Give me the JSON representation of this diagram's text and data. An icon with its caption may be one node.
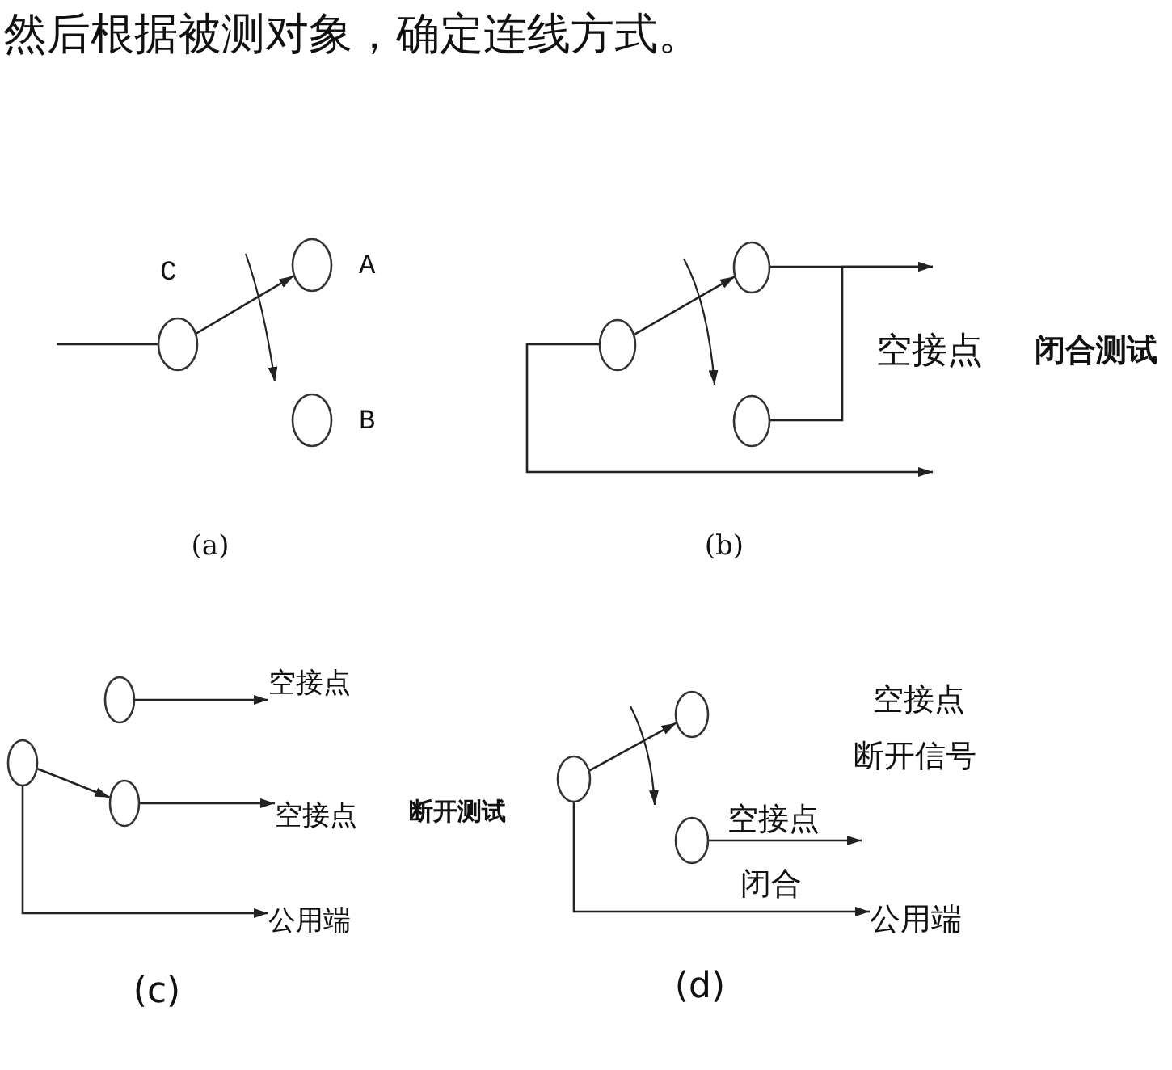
{
  "diagram": {
    "title": "然后根据被测对象，确定连线方式。",
    "nodes": [
      {
        "text": [],
        "shape": "circle",
        "beside": [
          "C"
        ]
      },
      {
        "text": [],
        "shape": "circle",
        "beside": [
          "A"
        ]
      },
      {
        "text": [],
        "shape": "circle",
        "beside": [
          "B"
        ]
      },
      {
        "text": [],
        "shape": "circle"
      },
      {
        "text": [],
        "shape": "circle"
      },
      {
        "text": [],
        "shape": "circle"
      },
      {
        "text": [],
        "shape": "circle"
      },
      {
        "text": [
          "空接点"
        ]
      },
      {
        "text": [],
        "shape": "circle"
      },
      {
        "text": [],
        "shape": "circle"
      },
      {
        "text": [
          "空接点"
        ]
      },
      {
        "text": [
          "公用端"
        ]
      },
      {
        "text": [],
        "shape": "circle"
      },
      {
        "text": [],
        "shape": "circle"
      },
      {
        "text": [
          "空接点",
          "断开信号"
        ]
      },
      {
        "text": [],
        "shape": "circle"
      },
      {
        "text": [
          "公用端"
        ]
      }
    ],
    "edges": [
      {
        "from": null,
        "to": 0,
        "arrow": "none"
      },
      {
        "from": 0,
        "to": 1,
        "arrow": "to"
      },
      {
        "from": 3,
        "to": 4,
        "arrow": "to"
      },
      {
        "from": 4,
        "to": null,
        "arrow": "to"
      },
      {
        "from": 5,
        "to": null,
        "arrow": "to"
      },
      {
        "from": 3,
        "to": null,
        "arrow": "to"
      },
      {
        "from": 6,
        "to": 7,
        "arrow": "to"
      },
      {
        "from": 8,
        "to": 9,
        "arrow": "to"
      },
      {
        "from": 9,
        "to": 10,
        "arrow": "to"
      },
      {
        "from": 8,
        "to": 11,
        "arrow": "to"
      },
      {
        "from": 12,
        "to": 13,
        "arrow": "to"
      },
      {
        "from": 15,
        "to": null,
        "arrow": "to",
        "label": "空接点"
      },
      {
        "from": 12,
        "to": 16,
        "arrow": "to"
      }
    ],
    "labels": [
      "空接点",
      "闭合测试",
      "(a)",
      "(b)",
      "断开测试",
      "闭合",
      "(c)",
      "(d)"
    ]
  }
}
